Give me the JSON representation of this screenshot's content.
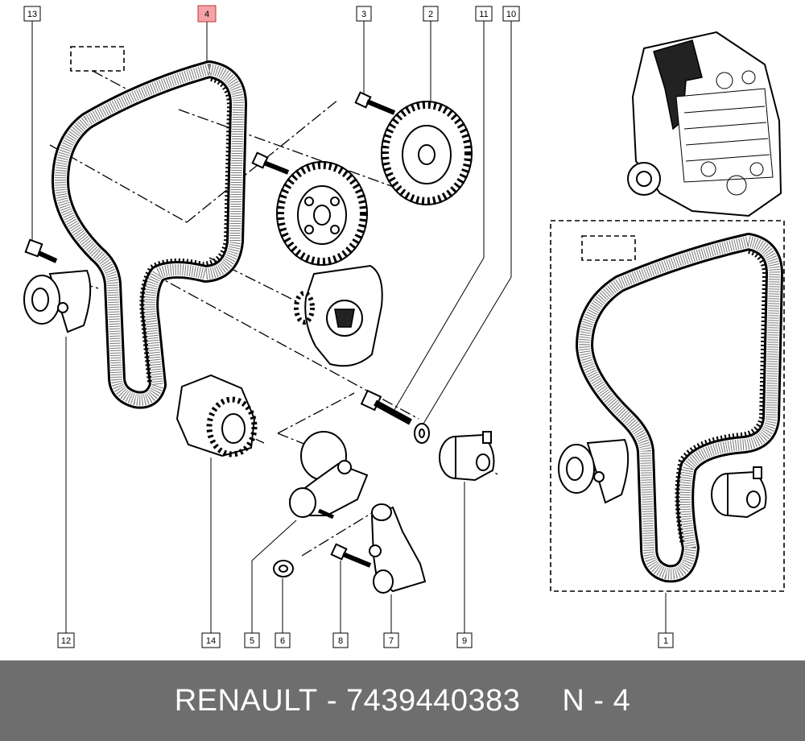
{
  "diagram": {
    "callouts": [
      {
        "id": "c13",
        "label": "13",
        "highlight": false
      },
      {
        "id": "c4",
        "label": "4",
        "highlight": true
      },
      {
        "id": "c3",
        "label": "3",
        "highlight": false
      },
      {
        "id": "c2",
        "label": "2",
        "highlight": false
      },
      {
        "id": "c11",
        "label": "11",
        "highlight": false
      },
      {
        "id": "c10",
        "label": "10",
        "highlight": false
      },
      {
        "id": "c12",
        "label": "12",
        "highlight": false
      },
      {
        "id": "c14",
        "label": "14",
        "highlight": false
      },
      {
        "id": "c5",
        "label": "5",
        "highlight": false
      },
      {
        "id": "c6",
        "label": "6",
        "highlight": false
      },
      {
        "id": "c8",
        "label": "8",
        "highlight": false
      },
      {
        "id": "c7",
        "label": "7",
        "highlight": false
      },
      {
        "id": "c9",
        "label": "9",
        "highlight": false
      },
      {
        "id": "c1",
        "label": "1",
        "highlight": false
      }
    ],
    "colors": {
      "highlight_fill": "#f3a3a8",
      "highlight_stroke": "#c0392b",
      "footer_bg": "#6e6e6e",
      "footer_text": "#ffffff"
    }
  },
  "footer": {
    "brand": "RENAULT",
    "separator": "-",
    "part_number": "7439440383",
    "ref_prefix": "N",
    "ref_separator": "-",
    "ref_number": "4"
  }
}
